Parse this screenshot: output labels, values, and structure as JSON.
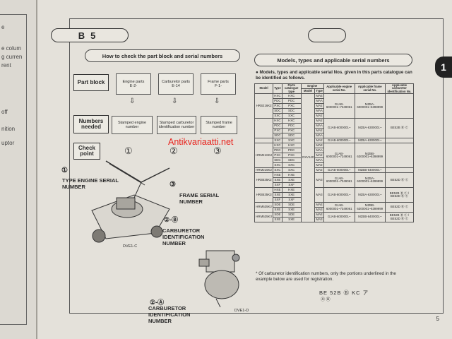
{
  "left_page": {
    "fragments": [
      "e",
      "e colum",
      "g curren",
      "rent",
      "off",
      "nition",
      "uptor"
    ]
  },
  "section": {
    "letter": "B",
    "number": "5"
  },
  "left_header": "How to check the part block and serial numbers",
  "right_header": "Models, types and applicable serial numbers",
  "bullet_text": "● Models, types and applicable serial Nos. given in this parts catalogue can be identified as follows.",
  "part_block": {
    "label": "Part block",
    "cols": [
      {
        "name": "Engine parts",
        "ref": "E-2-"
      },
      {
        "name": "Carburetor parts",
        "ref": "E-14"
      },
      {
        "name": "Frame parts",
        "ref": "F-1-"
      }
    ]
  },
  "numbers_needed": {
    "label": "Numbers needed",
    "cols": [
      "Stamped engine number",
      "Stamped carburetor identification number",
      "Stamped frame number"
    ]
  },
  "check_point": {
    "label": "Check point",
    "marks": [
      "①",
      "②",
      "③"
    ]
  },
  "callouts": {
    "c1_num": "①",
    "c1_text": "TYPE ENGINE SERIAL NUMBER",
    "c3_num": "③",
    "c3_text": "FRAME SERIAL NUMBER",
    "c2b_num": "②-Ⓑ",
    "c2b_text": "CARBURETOR IDENTIFICATION NUMBER",
    "c2a_num": "②-Ⓐ",
    "c2a_text": "CARBURETOR IDENTIFICATION NUMBER",
    "dve1c": "DVE1-C",
    "dve1d": "DVE1-D"
  },
  "table": {
    "headers": {
      "model": "Model",
      "type": "Type",
      "parts_type": "Parts catalogue type",
      "engine": "Engine",
      "engine_model": "Model",
      "engine_type": "Type",
      "eng_serial": "Applicable engine serial No.",
      "frame_serial": "Applicable frame serial No.",
      "carb_id": "Applicable carburetor identification No."
    },
    "rows": [
      {
        "model": "HRB216K2",
        "types": [
          "HXC",
          "PDC",
          "PXC",
          "SDC",
          "SXC"
        ],
        "ptypes": [
          "HXC",
          "PDC",
          "PXC",
          "SDC",
          "SXC"
        ],
        "etypes": [
          "MAE",
          "MAA",
          "MA2",
          "MAA",
          "MA2"
        ],
        "eng": "GJAB-6000001~7349061",
        "frame": "MZBA-6000001~6398999",
        "carb": ""
      },
      {
        "model": "",
        "types": [
          "HXC",
          "PDC",
          "PXC",
          "SDC"
        ],
        "ptypes": [
          "HXC",
          "PDC",
          "PXC",
          "SDC"
        ],
        "etypes": [
          "MA2",
          "MAA",
          "MA2",
          "MAA"
        ],
        "eng": "GJAB-6000001~",
        "frame": "MZBA-6300001~",
        "carb": "BE52B Ⓑ Ⓒ"
      },
      {
        "model": "",
        "types": [
          "SXC"
        ],
        "ptypes": [
          "SXC"
        ],
        "etypes": [
          "MA2"
        ],
        "eng": "GJAB-6000001~",
        "frame": "MZBA-6300001~",
        "carb": ""
      },
      {
        "model": "HRM21SK2",
        "types": [
          "HXC",
          "PDC",
          "PXC",
          "SDC",
          "SXC"
        ],
        "ptypes": [
          "HXC",
          "PDC",
          "PXC",
          "SDC",
          "SXC"
        ],
        "etypes": [
          "MAE",
          "MAA",
          "MA2",
          "MAA",
          "MA2"
        ],
        "eng": "GJAB-6000001~7349061",
        "frame": "MZBB-6300001~6398999",
        "carb": ""
      },
      {
        "model": "HRM215K2",
        "types": [
          "SXC"
        ],
        "ptypes": [
          "SXC"
        ],
        "etypes": [
          "MA2"
        ],
        "eng": "GJAB-6000001~",
        "frame": "MZBB-6400001~",
        "carb": ""
      },
      {
        "model": "HRB535K2",
        "types": [
          "HXE",
          "SXE",
          "SXF"
        ],
        "ptypes": [
          "HXE",
          "SXE",
          "SXF"
        ],
        "etypes": [
          "MA3"
        ],
        "eng": "GJAB-6000001~7349061",
        "frame": "MZBA-6200001~6299999",
        "carb": "BE52D Ⓑ Ⓒ"
      },
      {
        "model": "HRB535K3",
        "types": [
          "HXE",
          "SXE",
          "SXF"
        ],
        "ptypes": [
          "HXE",
          "SXE",
          "SXF"
        ],
        "etypes": [
          "MA3"
        ],
        "eng": "GJAB-6000001~",
        "frame": "MZBA-6300001~",
        "carb": "BE52B Ⓑ Ⓒ / BE52D Ⓑ Ⓒ"
      },
      {
        "model": "HRM535K2",
        "types": [
          "SDE",
          "SXE"
        ],
        "ptypes": [
          "SDE",
          "SXE"
        ],
        "etypes": [
          "MAE",
          "MA3"
        ],
        "eng": "GJAB-6000001~7349061",
        "frame": "MZBB-6300001~6399999",
        "carb": "BE52D Ⓑ Ⓒ"
      },
      {
        "model": "HRM535K3",
        "types": [
          "SDE",
          "SXE"
        ],
        "ptypes": [
          "SDE",
          "SXE"
        ],
        "etypes": [
          "MAE",
          "MA3"
        ],
        "eng": "GJAB-6000001~",
        "frame": "MZBB-6400001~",
        "carb": "BE52B Ⓑ Ⓒ / BE52D Ⓑ Ⓒ"
      }
    ],
    "engine_model": "GXV140"
  },
  "note": "* Of carburetor identification numbers, only the portions underlined in the example below are used for registration.",
  "code_example": "BE 52B Ⓑ KC ア",
  "code_sub": "Ⓐ  Ⓑ",
  "watermark": "Antikvariaatti.net",
  "tab_label": "1",
  "page_number": "5"
}
